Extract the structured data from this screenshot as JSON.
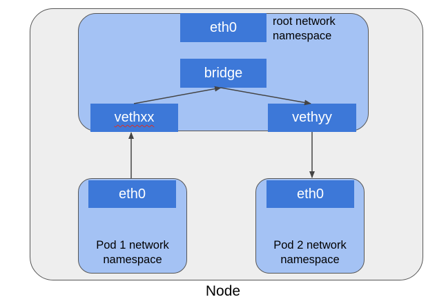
{
  "diagram": {
    "node_label": "Node",
    "root_namespace": {
      "label_line1": "root network",
      "label_line2": "namespace",
      "eth0": "eth0",
      "bridge": "bridge",
      "vethxx": "vethxx",
      "vethyy": "vethyy"
    },
    "pod1": {
      "eth0": "eth0",
      "label_line1": "Pod 1 network",
      "label_line2": "namespace"
    },
    "pod2": {
      "eth0": "eth0",
      "label_line1": "Pod 2 network",
      "label_line2": "namespace"
    },
    "colors": {
      "node_fill": "#eeeeee",
      "namespace_fill": "#a4c2f4",
      "interface_fill": "#3d78d8",
      "arrow": "#444444"
    }
  }
}
